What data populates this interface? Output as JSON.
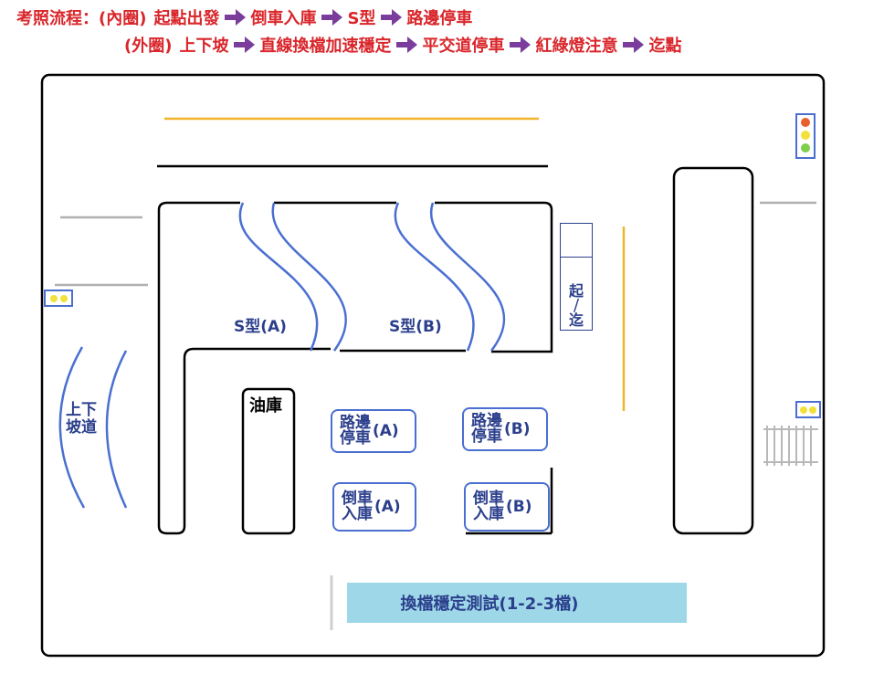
{
  "flow": {
    "line1": {
      "prefix": "考照流程：(內圈)",
      "steps": [
        "起點出發",
        "倒車入庫",
        "S型",
        "路邊停車"
      ]
    },
    "line2": {
      "prefix": "(外圈)",
      "steps": [
        "上下坡",
        "直線換檔加速穩定",
        "平交道停車",
        "紅綠燈注意",
        "迄點"
      ]
    }
  },
  "labels": {
    "s_curve_a": "S型(A)",
    "s_curve_b": "S型(B)",
    "garage": "油庫",
    "slope_line1": "上下",
    "slope_line2": "坡道",
    "start_top": "起",
    "start_slash": "/",
    "start_bottom": "迄"
  },
  "stations": {
    "parallel_a": {
      "line1": "路邊",
      "line2": "停車",
      "suffix": "(A)"
    },
    "parallel_b": {
      "line1": "路邊",
      "line2": "停車",
      "suffix": "(B)"
    },
    "reverse_a": {
      "line1": "倒車",
      "line2": "入庫",
      "suffix": "(A)"
    },
    "reverse_b": {
      "line1": "倒車",
      "line2": "入庫",
      "suffix": "(B)"
    }
  },
  "gear_test": {
    "label": "換檔穩定測試(1-2-3檔)"
  },
  "colors": {
    "flow_text": "#d9262b",
    "arrow": "#7a3d9c",
    "label_text": "#2b3f8c",
    "curve_blue": "#4a6fd1",
    "yellow_line": "#f0b429",
    "gear_test_bg": "#9ed8e8",
    "signal_red": "#e8602c",
    "signal_yellow": "#f2e13a",
    "signal_green": "#7dcf4a"
  },
  "icons": {
    "flow_arrow": "right-arrow-icon",
    "traffic_light": "traffic-light-icon",
    "rail_crossing": "railroad-crossing-icon"
  }
}
